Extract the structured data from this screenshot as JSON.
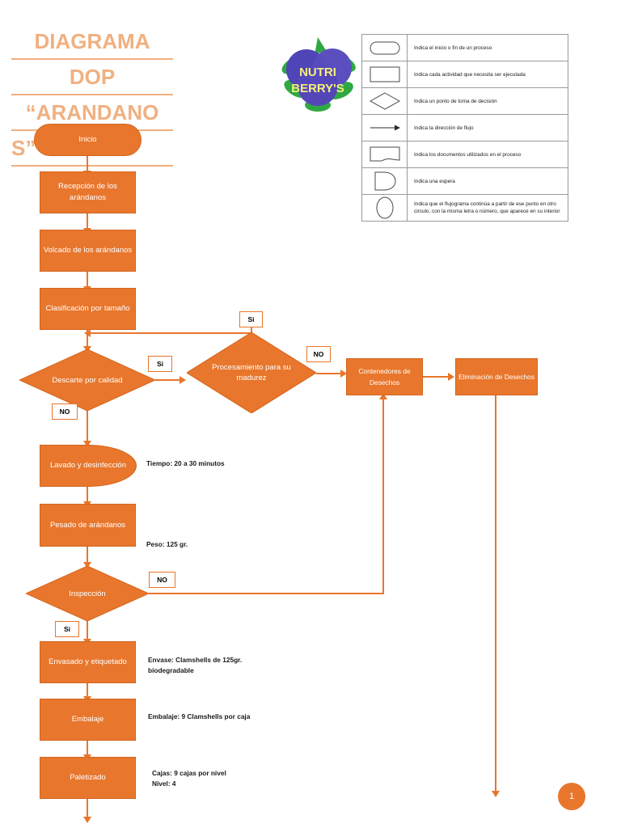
{
  "document": {
    "title_lines": [
      "DIAGRAMA",
      "DOP",
      "“ARANDANO",
      "S”"
    ],
    "page_number": "1",
    "accent_color": "#E8762C",
    "title_color": "#F0B080"
  },
  "logo": {
    "name": "nutri-berrys-logo",
    "line1": "NUTRI",
    "line2": "BERRY'S",
    "text_color": "#F5F07A",
    "berry_color": "#5B4FBF",
    "leaf_color": "#2FA844"
  },
  "legend": {
    "rows": [
      {
        "symbol": "rounded-rectangle",
        "text": "Indica el inicio o fin de un proceso"
      },
      {
        "symbol": "rectangle",
        "text": "Indica cada actividad que necesita ser ejecutada"
      },
      {
        "symbol": "diamond",
        "text": "Indica un ponto de toma de decisión"
      },
      {
        "symbol": "arrow",
        "text": "Indica la dirección de flujo"
      },
      {
        "symbol": "document",
        "text": "Indica los documentos utilizados en el proceso"
      },
      {
        "symbol": "wait-d-shape",
        "text": "Indica una espera"
      },
      {
        "symbol": "circle",
        "text": "Indica que el flujograma continúa a partir de ese punto en otro circulo, con la misma letra o número, que aparece en su interior"
      }
    ]
  },
  "flowchart": {
    "nodes": [
      {
        "id": "inicio",
        "label": "Inicio",
        "shape": "terminator"
      },
      {
        "id": "recepcion",
        "label": "Recepción de los arándanos",
        "shape": "process"
      },
      {
        "id": "volcado",
        "label": "Volcado de los arándanos",
        "shape": "process"
      },
      {
        "id": "clasificacion",
        "label": "Clasificación por tamaño",
        "shape": "process"
      },
      {
        "id": "descarte",
        "label": "Descarte por calidad",
        "shape": "decision"
      },
      {
        "id": "procesamiento",
        "label": "Procesamiento para su madurez",
        "shape": "decision"
      },
      {
        "id": "contenedores",
        "label": "Contenedores de Desechos",
        "shape": "process"
      },
      {
        "id": "eliminacion",
        "label": "Eliminación de Desechos",
        "shape": "process"
      },
      {
        "id": "lavado",
        "label": "Lavado y desinfección",
        "shape": "wait"
      },
      {
        "id": "pesado",
        "label": "Pesado de arándanos",
        "shape": "process"
      },
      {
        "id": "inspeccion",
        "label": "Inspección",
        "shape": "decision"
      },
      {
        "id": "envasado",
        "label": "Envasado y etiquetado",
        "shape": "process"
      },
      {
        "id": "embalaje",
        "label": "Embalaje",
        "shape": "process"
      },
      {
        "id": "paletizado",
        "label": "Paletizado",
        "shape": "process"
      }
    ],
    "branch_labels": [
      {
        "id": "descarte-si",
        "text": "Si"
      },
      {
        "id": "descarte-no",
        "text": "NO"
      },
      {
        "id": "procesamiento-si",
        "text": "Si"
      },
      {
        "id": "procesamiento-no",
        "text": "NO"
      },
      {
        "id": "inspeccion-no",
        "text": "NO"
      },
      {
        "id": "inspeccion-si",
        "text": "Si"
      }
    ],
    "annotations": [
      {
        "id": "lavado-note",
        "text": "Tiempo: 20 a 30 minutos"
      },
      {
        "id": "pesado-note",
        "text": "Peso: 125 gr."
      },
      {
        "id": "envasado-note",
        "text": "Envase: Clamshells de 125gr.\nbiodegradable"
      },
      {
        "id": "embalaje-note",
        "text": "Embalaje: 9 Clamshells por caja"
      },
      {
        "id": "paletizado-note",
        "text": "Cajas: 9 cajas por nivel\nNivel: 4"
      }
    ]
  }
}
